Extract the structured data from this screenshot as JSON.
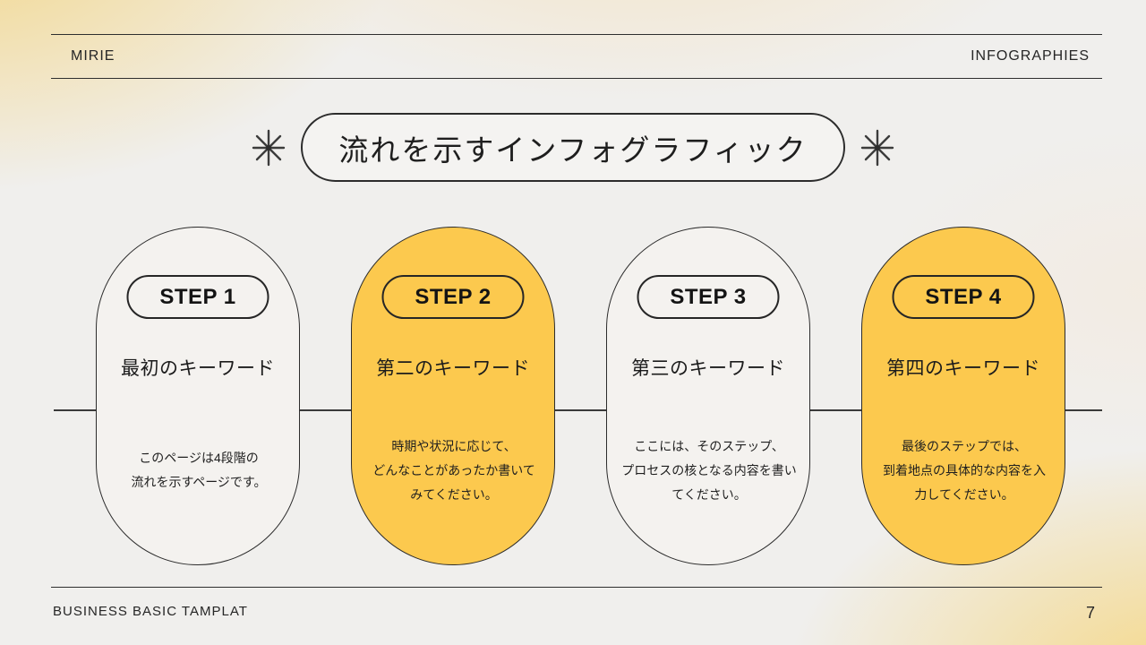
{
  "header": {
    "brand": "MIRIE",
    "doc_type": "INFOGRAPHIES"
  },
  "title": "流れを示すインフォグラフィック",
  "steps": [
    {
      "badge": "STEP 1",
      "keyword": "最初のキーワード",
      "description": "このページは4段階の\n流れを示すページです。",
      "variant": "light"
    },
    {
      "badge": "STEP 2",
      "keyword": "第二のキーワード",
      "description": "時期や状況に応じて、\nどんなことがあったか書いて\nみてください。",
      "variant": "yellow"
    },
    {
      "badge": "STEP 3",
      "keyword": "第三のキーワード",
      "description": "ここには、そのステップ、\nプロセスの核となる内容を書い\nてください。",
      "variant": "light"
    },
    {
      "badge": "STEP 4",
      "keyword": "第四のキーワード",
      "description": "最後のステップでは、\n到着地点の具体的な内容を入\n力してください。",
      "variant": "yellow"
    }
  ],
  "footer": {
    "template_name": "BUSINESS BASIC TAMPLAT",
    "page_number": "7"
  },
  "colors": {
    "accent_yellow": "#fcc94e",
    "card_light": "#f4f2ef",
    "ink": "#2c2c2c",
    "background_corner_yellow": "#f4d582"
  },
  "icons": {
    "left_sparkle": "sparkle-asterisk",
    "right_sparkle": "sparkle-asterisk"
  }
}
